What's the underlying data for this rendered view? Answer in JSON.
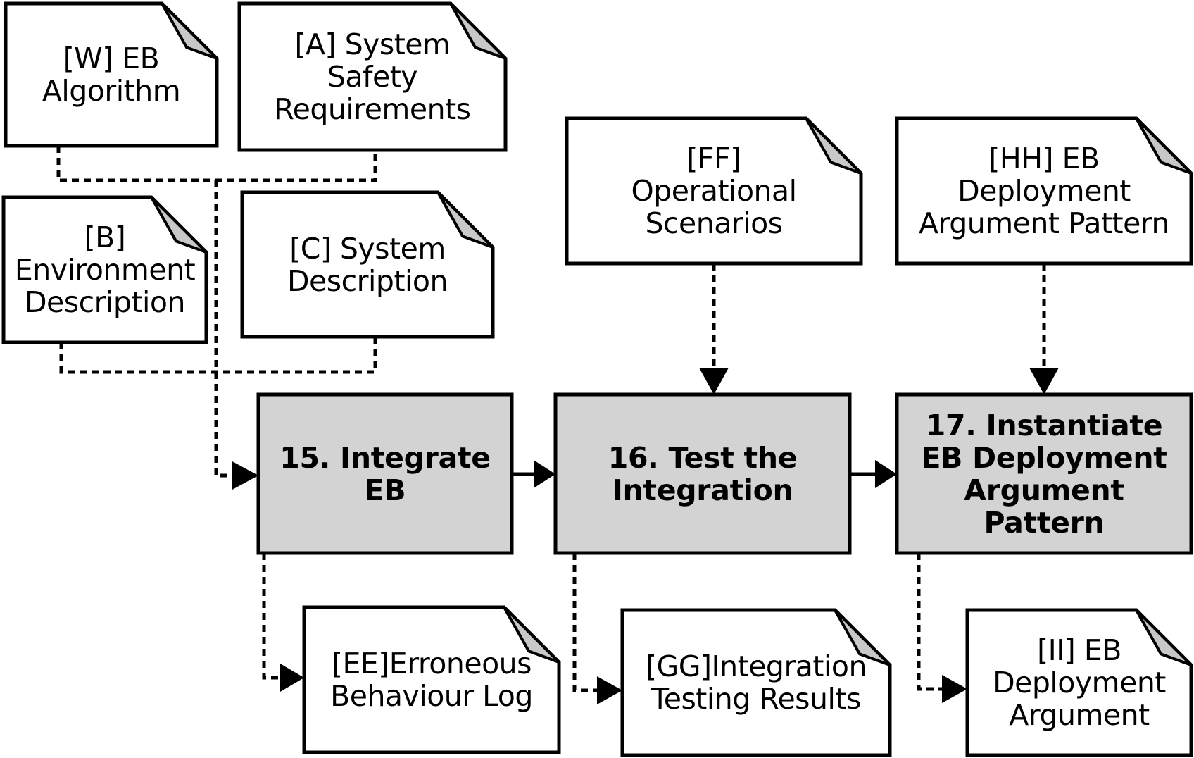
{
  "documents": [
    {
      "id": "W",
      "text": "[W] EB\nAlgorithm"
    },
    {
      "id": "A",
      "text": "[A] System\nSafety\nRequirements"
    },
    {
      "id": "B",
      "text": "[B]\nEnvironment\nDescription"
    },
    {
      "id": "C",
      "text": "[C] System\nDescription"
    },
    {
      "id": "FF",
      "text": "[FF]\nOperational\nScenarios"
    },
    {
      "id": "HH",
      "text": "[HH] EB\nDeployment\nArgument Pattern"
    },
    {
      "id": "EE",
      "text": "[EE]Erroneous\nBehaviour Log"
    },
    {
      "id": "GG",
      "text": "[GG]Integration\nTesting Results"
    },
    {
      "id": "II",
      "text": "[II] EB\nDeployment\nArgument"
    }
  ],
  "processes": [
    {
      "id": "p15",
      "text": "15. Integrate\nEB"
    },
    {
      "id": "p16",
      "text": "16. Test the\nIntegration"
    },
    {
      "id": "p17",
      "text": "17. Instantiate\nEB Deployment\nArgument\nPattern"
    }
  ],
  "colors": {
    "stroke": "#000000",
    "process_fill": "#d3d3d3",
    "document_fill": "#ffffff",
    "fold_fill": "#c8c8c8"
  }
}
